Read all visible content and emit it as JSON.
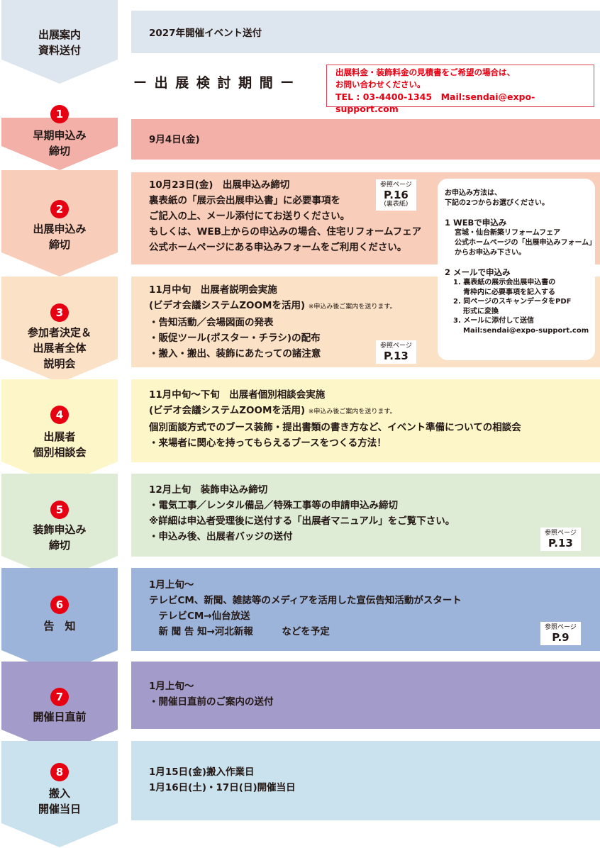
{
  "steps": [
    {
      "num": "",
      "label": [
        "出展案内",
        "資料送付"
      ],
      "color": "#dde6ee"
    },
    {
      "num": "1",
      "label": [
        "早期申込み",
        "締切"
      ],
      "color": "#f2b0a8"
    },
    {
      "num": "2",
      "label": [
        "出展申込み",
        "締切"
      ],
      "color": "#f8cdb9"
    },
    {
      "num": "3",
      "label": [
        "参加者決定＆",
        "出展者全体",
        "説明会"
      ],
      "color": "#fbe2c7"
    },
    {
      "num": "4",
      "label": [
        "出展者",
        "個別相談会"
      ],
      "color": "#fdf6c9"
    },
    {
      "num": "5",
      "label": [
        "装飾申込み",
        "締切"
      ],
      "color": "#dfecd5"
    },
    {
      "num": "6",
      "label": [
        "告　知"
      ],
      "color": "#9db4da"
    },
    {
      "num": "7",
      "label": [
        "開催日直前"
      ],
      "color": "#a39cca"
    },
    {
      "num": "8",
      "label": [
        "搬入",
        "開催当日"
      ],
      "color": "#c9e2ed"
    }
  ],
  "row0": {
    "text": "2027年開催イベント送付"
  },
  "period": {
    "title": "ー 出 展 検 討 期 間 ー"
  },
  "notice": {
    "lines": [
      "出展料金・装飾料金の見積書をご希望の場合は、",
      "お問い合わせください。",
      "TEL : 03-4400-1345　Mail:sendai@expo-support.com"
    ],
    "color": "#e60012"
  },
  "row1": {
    "lines": [
      "9月4日(金)"
    ]
  },
  "row2": {
    "lines": [
      "10月23日(金)　出展申込み締切",
      "裏表紙の「展示会出展申込書」に必要事項を",
      "ご記入の上、メール添付にてお送りください。",
      "もしくは、WEB上からの申込みの場合、住宅リフォームフェア",
      "公式ホームページにある申込みフォームをご利用ください。"
    ],
    "ref": {
      "label": "参照ページ",
      "page": "P.16",
      "note": "(裏表紙)"
    }
  },
  "apply_box": {
    "intro": [
      "お申込み方法は、",
      "下記の2つからお選びください。"
    ],
    "web_title": "1 WEBで申込み",
    "web_lines": [
      "宮城・仙台新築リフォームフェア",
      "公式ホームページの「出展申込みフォーム」",
      "からお申込み下さい。"
    ],
    "mail_title": "2 メールで申込み",
    "mail_lines": [
      "1.  裏表紙の展示会出展申込書の",
      "     青枠内に必要事項を記入する",
      "2.  同ページのスキャンデータをPDF",
      "     形式に変換",
      "3.  メールに添付して送信",
      "     Mail:sendai@expo-support.com"
    ]
  },
  "row3": {
    "lines": [
      "11月中旬　出展者説明会実施",
      "(ビデオ会議システムZOOMを活用)",
      "・告知活動／会場図面の発表",
      "・販促ツール(ポスター・チラシ)の配布",
      "・搬入・搬出、装飾にあたっての諸注意"
    ],
    "note": "※申込み後ご案内を送ります。",
    "ref": {
      "label": "参照ページ",
      "page": "P.13"
    }
  },
  "row4": {
    "lines": [
      "11月中旬〜下旬　出展者個別相談会実施",
      "(ビデオ会議システムZOOMを活用)",
      "個別面談方式でのブース装飾・提出書類の書き方など、イベント準備についての相談会",
      "・来場者に関心を持ってもらえるブースをつくる方法！"
    ],
    "note": "※申込み後ご案内を送ります。"
  },
  "row5": {
    "lines": [
      "12月上旬　装飾申込み締切",
      "・電気工事／レンタル備品／特殊工事等の申請申込み締切",
      "※詳細は申込者受理後に送付する「出展者マニュアル」をご覧下さい。",
      "・申込み後、出展者バッジの送付"
    ],
    "ref": {
      "label": "参照ページ",
      "page": "P.13"
    }
  },
  "row6": {
    "lines": [
      "1月上旬〜",
      "テレビCM、新聞、雑誌等のメディアを活用した宣伝告知活動がスタート",
      "　テレビCM→仙台放送",
      "　新 聞 告 知→河北新報　　　などを予定"
    ],
    "ref": {
      "label": "参照ページ",
      "page": "P.9"
    }
  },
  "row7": {
    "lines": [
      "1月上旬〜",
      "・開催日直前のご案内の送付"
    ]
  },
  "row8": {
    "lines": [
      "1月15日(金)搬入作業日",
      "1月16日(土)・17日(日)開催当日"
    ]
  }
}
